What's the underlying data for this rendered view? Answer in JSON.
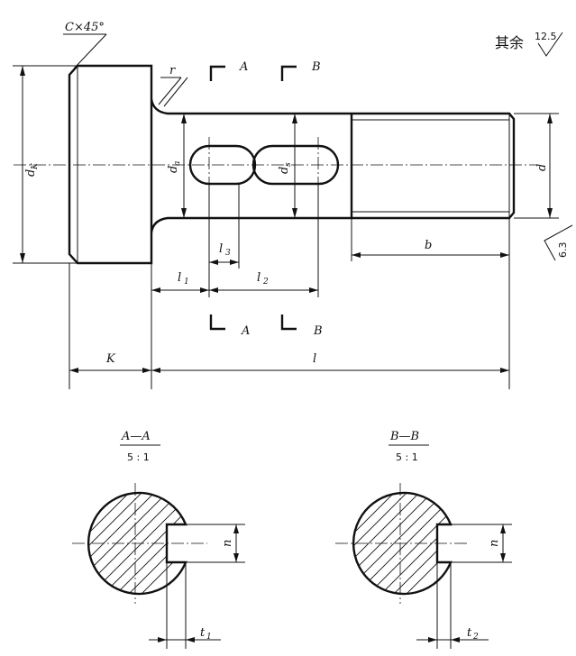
{
  "title_note": {
    "rest_label": "其余",
    "roughness_value": "12.5"
  },
  "chamfer_label": "C×45°",
  "radius_label": "r",
  "section_marks": {
    "a": "A",
    "b": "B"
  },
  "dimensions": {
    "head_diameter": "d",
    "head_diameter_sub": "K",
    "shank_diameter": "d",
    "shank_diameter_sub": "a",
    "slot_diameter": "d",
    "slot_diameter_sub": "s",
    "thread_diameter": "d",
    "l1": "l",
    "l1_sub": "1",
    "l2": "l",
    "l2_sub": "2",
    "l3": "l",
    "l3_sub": "3",
    "b": "b",
    "K": "K",
    "l": "l",
    "thread_roughness": "6.3"
  },
  "sections": [
    {
      "title": "A—A",
      "scale": "5 : 1",
      "depth": "t",
      "depth_sub": "1",
      "width": "n"
    },
    {
      "title": "B—B",
      "scale": "5 : 1",
      "depth": "t",
      "depth_sub": "2",
      "width": "n"
    }
  ]
}
